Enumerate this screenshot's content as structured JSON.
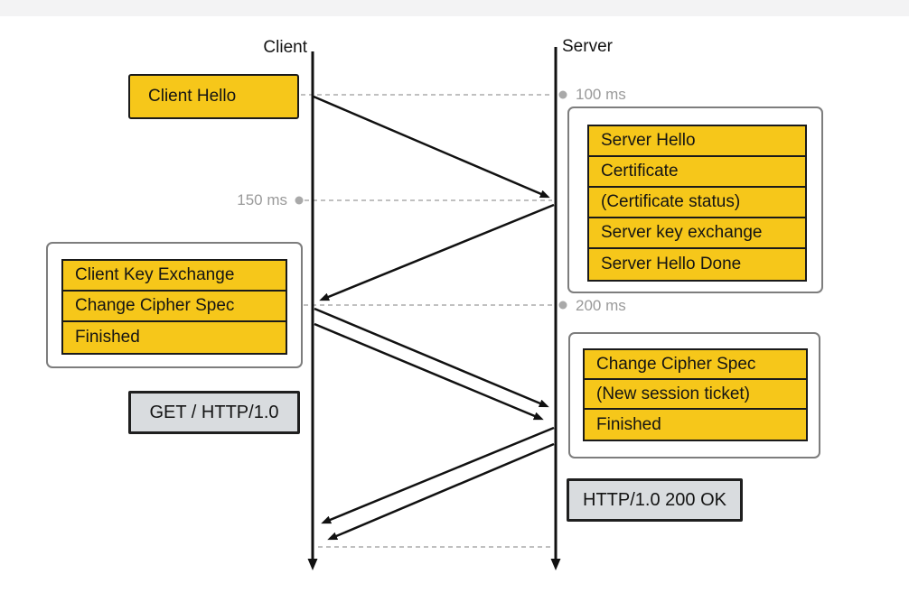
{
  "diagram": {
    "actors": {
      "client": "Client",
      "server": "Server"
    },
    "timeline": {
      "t100": "100 ms",
      "t150": "150 ms",
      "t200": "200 ms"
    },
    "messages": {
      "client_hello": "Client Hello",
      "server_flight1": [
        "Server Hello",
        "Certificate",
        "(Certificate status)",
        "Server key exchange",
        "Server Hello Done"
      ],
      "client_flight": [
        "Client Key Exchange",
        "Change Cipher Spec",
        "Finished"
      ],
      "server_flight2": [
        "Change Cipher Spec",
        "(New session ticket)",
        "Finished"
      ],
      "http_request": "GET / HTTP/1.0",
      "http_response": "HTTP/1.0 200 OK"
    },
    "colors": {
      "highlight_yellow": "#f6c71a",
      "gray_box": "#d9dcdf",
      "dashed_line": "#c0c0c0",
      "time_text": "#9a9a9a",
      "arrow": "#111111"
    }
  }
}
